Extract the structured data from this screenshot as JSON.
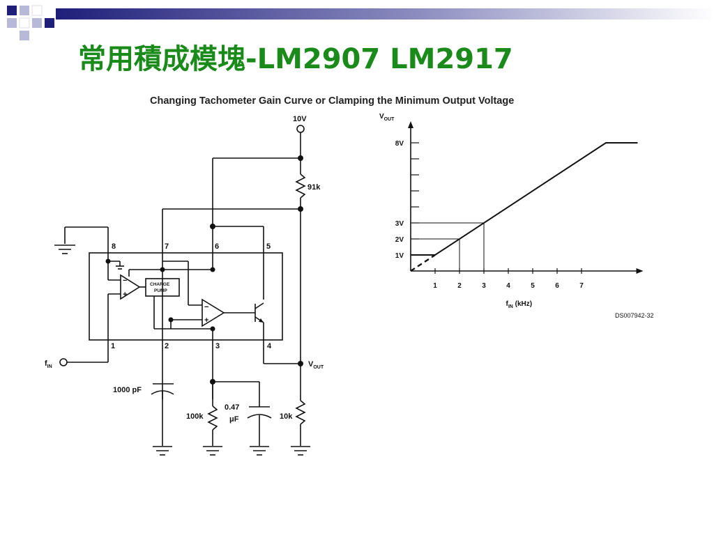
{
  "slide": {
    "title": "常用積成模塊-LM2907 LM2917",
    "figure_title": "Changing Tachometer Gain Curve or Clamping the Minimum Output Voltage",
    "colors": {
      "title": "#1a8a1a",
      "deco_dark": "#1f1f7a",
      "deco_light": "#b8b8d8"
    }
  },
  "circuit": {
    "supply": "10V",
    "r_top": "91k",
    "pins": [
      "8",
      "7",
      "6",
      "5",
      "1",
      "2",
      "3",
      "4"
    ],
    "charge_pump_line1": "CHARGE",
    "charge_pump_line2": "PUMP",
    "fin": "f",
    "fin_sub": "IN",
    "vout": "V",
    "vout_sub": "OUT",
    "cap1": "1000 pF",
    "r_100k": "100k",
    "cap2_a": "0.47",
    "cap2_b": "μF",
    "r_10k": "10k",
    "minus": "−",
    "plus": "+"
  },
  "chart_data": {
    "type": "line",
    "ylabel": "V",
    "ylabel_sub": "OUT",
    "xlabel": "f",
    "xlabel_sub": "IN",
    "xlabel_unit": "(kHz)",
    "x_ticks": [
      "1",
      "2",
      "3",
      "4",
      "5",
      "6",
      "7"
    ],
    "y_ticks": [
      "1V",
      "2V",
      "3V",
      "8V"
    ],
    "xlim": [
      0,
      9.3
    ],
    "ylim": [
      0,
      9
    ],
    "series": [
      {
        "style": "solid",
        "points": [
          [
            0,
            1
          ],
          [
            1,
            1
          ],
          [
            8,
            8
          ],
          [
            9.3,
            8
          ]
        ]
      },
      {
        "style": "dashed",
        "points": [
          [
            0,
            0
          ],
          [
            1,
            1
          ]
        ]
      }
    ],
    "guides": [
      [
        2,
        2
      ],
      [
        3,
        3
      ]
    ],
    "ref_code": "DS007942-32"
  }
}
